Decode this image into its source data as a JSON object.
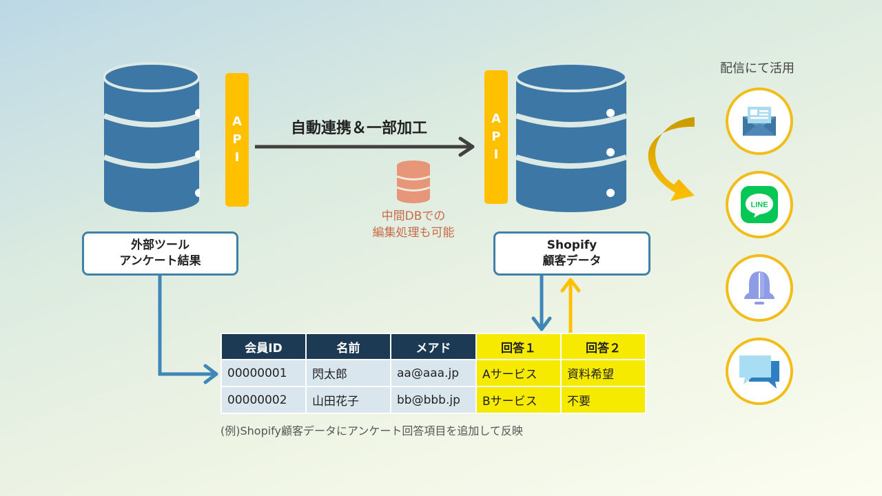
{
  "api_label": [
    "A",
    "P",
    "I"
  ],
  "arrow_label": "自動連携＆一部加工",
  "intermediate_db": {
    "line1": "中間DBでの",
    "line2": "編集処理も可能"
  },
  "source": {
    "line1": "外部ツール",
    "line2": "アンケート結果"
  },
  "target": {
    "line1": "Shopify",
    "line2": "顧客データ"
  },
  "channels": {
    "title": "配信にて活用",
    "items": [
      {
        "icon": "mail-icon"
      },
      {
        "icon": "line-icon",
        "text": "LINE"
      },
      {
        "icon": "bell-icon"
      },
      {
        "icon": "chat-bubbles-icon"
      }
    ]
  },
  "table": {
    "headers": [
      "会員ID",
      "名前",
      "メアド",
      "回答１",
      "回答２"
    ],
    "rows": [
      [
        "00000001",
        "閃太郎",
        "aa@aaa.jp",
        "Aサービス",
        "資料希望"
      ],
      [
        "00000002",
        "山田花子",
        "bb@bbb.jp",
        "Bサービス",
        "不要"
      ]
    ]
  },
  "note": "(例)Shopify顧客データにアンケート回答項目を追加して反映",
  "colors": {
    "db_blue": "#3d77a6",
    "api_yellow": "#ffc000",
    "highlight_yellow": "#f5ea00",
    "table_header": "#1d3a55",
    "line_green": "#06c755"
  }
}
